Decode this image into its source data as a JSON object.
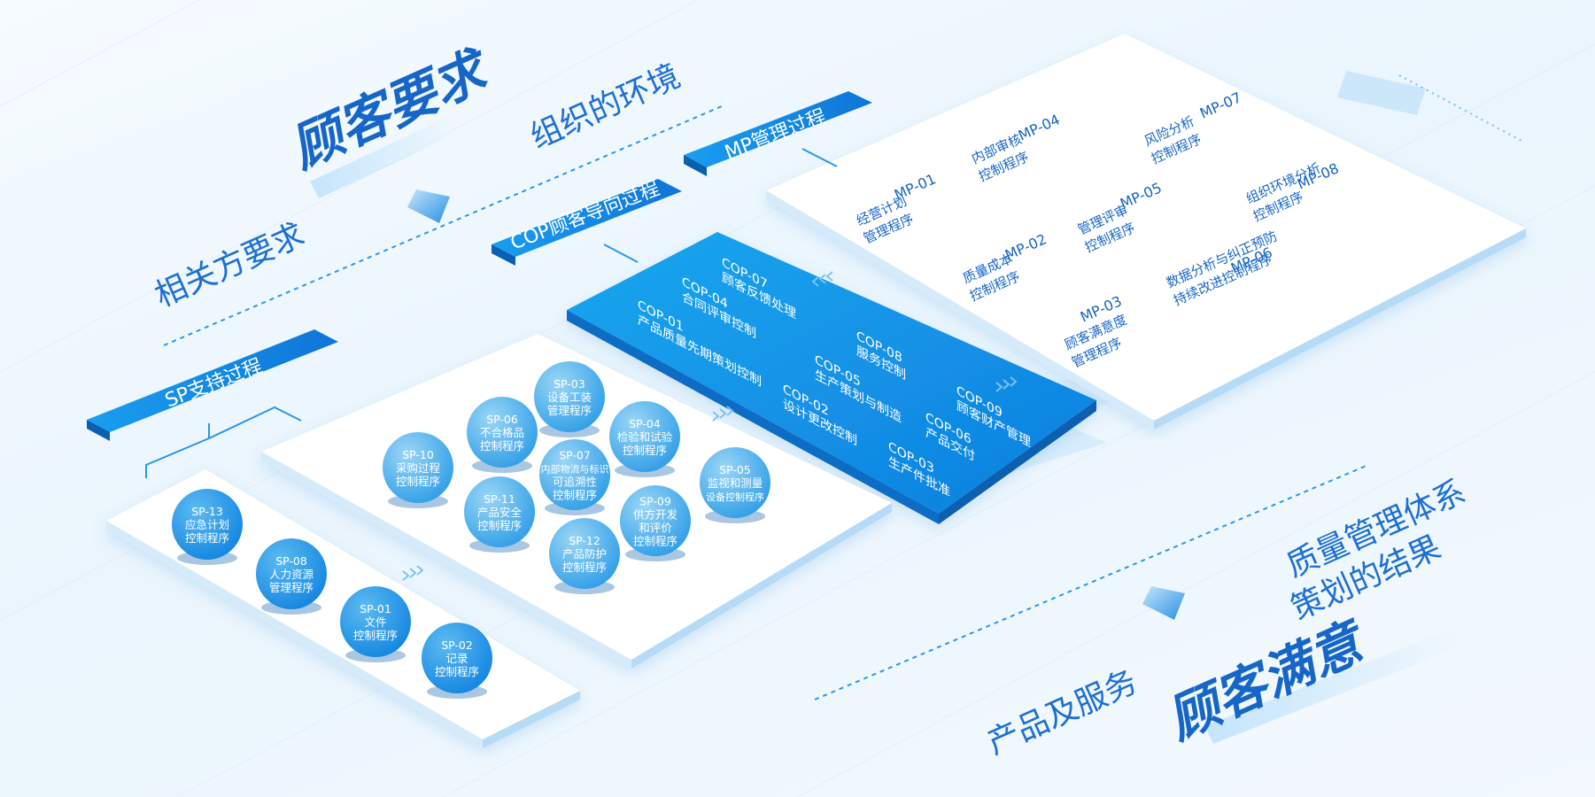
{
  "titles": {
    "customer_requirements": "顾客要求",
    "org_environment": "组织的环境",
    "stakeholder_requirements": "相关方要求",
    "qms_result_line1": "质量管理体系",
    "qms_result_line2": "策划的结果",
    "products_services": "产品及服务",
    "customer_satisfaction": "顾客满意"
  },
  "banners": {
    "mp": "MP管理过程",
    "cop": "COP顾客导向过程",
    "sp": "SP支持过程"
  },
  "mp_items": [
    {
      "code": "MP-01",
      "label1": "经营计划",
      "label2": "管理程序"
    },
    {
      "code": "MP-04",
      "label1": "内部审核",
      "label2": "控制程序"
    },
    {
      "code": "MP-07",
      "label1": "风险分析",
      "label2": "控制程序"
    },
    {
      "code": "MP-02",
      "label1": "质量成本",
      "label2": "控制程序"
    },
    {
      "code": "MP-05",
      "label1": "管理评审",
      "label2": "控制程序"
    },
    {
      "code": "MP-08",
      "label1": "组织环境分析",
      "label2": "控制程序"
    },
    {
      "code": "MP-03",
      "label1": "顾客满意度",
      "label2": "管理程序"
    },
    {
      "code": "MP-06",
      "label1": "数据分析与纠正预防",
      "label2": "持续改进控制程序"
    }
  ],
  "cop_items": [
    {
      "code": "COP-07",
      "label": "顾客反馈处理"
    },
    {
      "code": "COP-04",
      "label": "合同评审控制"
    },
    {
      "code": "COP-01",
      "label": "产品质量先期策划控制"
    },
    {
      "code": "COP-08",
      "label": "服务控制"
    },
    {
      "code": "COP-05",
      "label": "生产策划与制造"
    },
    {
      "code": "COP-02",
      "label": "设计更改控制"
    },
    {
      "code": "COP-09",
      "label": "顾客财产管理"
    },
    {
      "code": "COP-06",
      "label": "产品交付"
    },
    {
      "code": "COP-03",
      "label": "生产件批准"
    }
  ],
  "sp_items": [
    {
      "code": "SP-03",
      "lines": [
        "设备工装",
        "管理程序"
      ]
    },
    {
      "code": "SP-06",
      "lines": [
        "不合格品",
        "控制程序"
      ]
    },
    {
      "code": "SP-04",
      "lines": [
        "检验和试验",
        "控制程序"
      ]
    },
    {
      "code": "SP-10",
      "lines": [
        "采购过程",
        "控制程序"
      ]
    },
    {
      "code": "SP-07",
      "lines": [
        "内部物流与标识",
        "可追溯性",
        "控制程序"
      ]
    },
    {
      "code": "SP-05",
      "lines": [
        "监视和测量",
        "设备控制程序"
      ]
    },
    {
      "code": "SP-11",
      "lines": [
        "产品安全",
        "控制程序"
      ]
    },
    {
      "code": "SP-09",
      "lines": [
        "供方开发",
        "和评价",
        "控制程序"
      ]
    },
    {
      "code": "SP-12",
      "lines": [
        "产品防护",
        "控制程序"
      ]
    },
    {
      "code": "SP-13",
      "lines": [
        "应急计划",
        "控制程序"
      ]
    },
    {
      "code": "SP-08",
      "lines": [
        "人力资源",
        "管理程序"
      ]
    },
    {
      "code": "SP-01",
      "lines": [
        "文件",
        "控制程序"
      ]
    },
    {
      "code": "SP-02",
      "lines": [
        "记录",
        "控制程序"
      ]
    }
  ],
  "colors": {
    "primary": "#1a8fe0",
    "deep": "#0f6fd0",
    "title": "#1666c7",
    "circle_light": "#7ec8f2",
    "circle_dark": "#2f9fe6"
  }
}
